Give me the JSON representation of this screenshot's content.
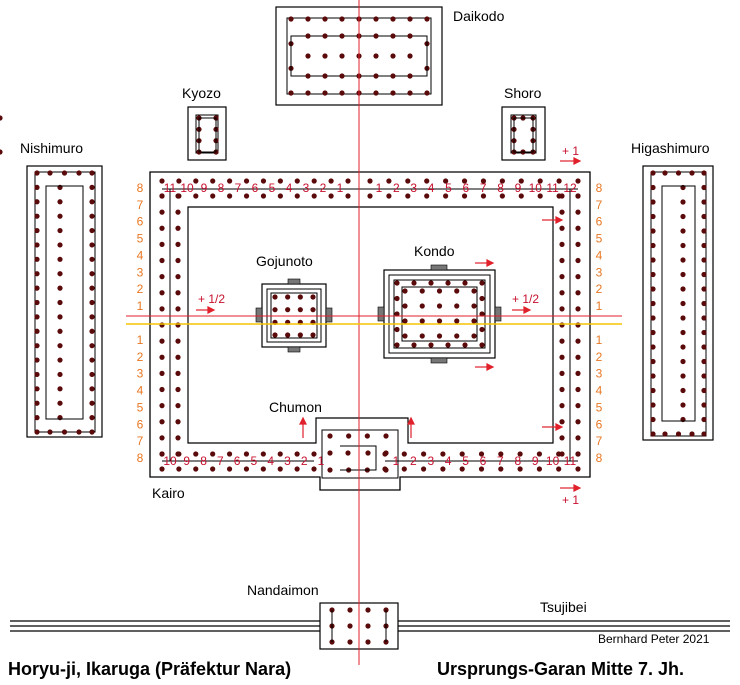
{
  "labels": {
    "daikodo": "Daikodo",
    "kyozo": "Kyozo",
    "shoro": "Shoro",
    "nishimuro": "Nishimuro",
    "higashimuro": "Higashimuro",
    "gojunoto": "Gojunoto",
    "kondo": "Kondo",
    "chumon": "Chumon",
    "kairo": "Kairo",
    "nandaimon": "Nandaimon",
    "tsujibei": "Tsujibei"
  },
  "annotations": {
    "half_left": "+ 1/2",
    "half_right": "+ 1/2",
    "plus_one_top": "+ 1",
    "plus_one_bottom": "+ 1"
  },
  "bay_numbers": {
    "top_left": [
      "11",
      "10",
      "9",
      "8",
      "7",
      "6",
      "5",
      "4",
      "3",
      "2",
      "1"
    ],
    "top_right": [
      "1",
      "2",
      "3",
      "4",
      "5",
      "6",
      "7",
      "8",
      "9",
      "10",
      "11",
      "12"
    ],
    "bottom_left": [
      "10",
      "9",
      "8",
      "7",
      "6",
      "5",
      "4",
      "3",
      "2",
      "1"
    ],
    "bottom_right": [
      "1",
      "2",
      "3",
      "4",
      "5",
      "6",
      "7",
      "8",
      "9",
      "10",
      "11"
    ],
    "side_upper": [
      "8",
      "7",
      "6",
      "5",
      "4",
      "3",
      "2",
      "1"
    ],
    "side_lower": [
      "1",
      "2",
      "3",
      "4",
      "5",
      "6",
      "7",
      "8"
    ]
  },
  "credit": "Bernhard Peter 2021",
  "footer": {
    "left": "Horyu-ji, Ikaruga (Präfektur Nara)",
    "right": "Ursprungs-Garan Mitte 7. Jh."
  },
  "colors": {
    "axis_red": "#e0202a",
    "axis_yellow": "#f5c400",
    "column_dot": "#5a0a0a",
    "number_red": "#c8102e",
    "number_orange": "#e87722"
  }
}
